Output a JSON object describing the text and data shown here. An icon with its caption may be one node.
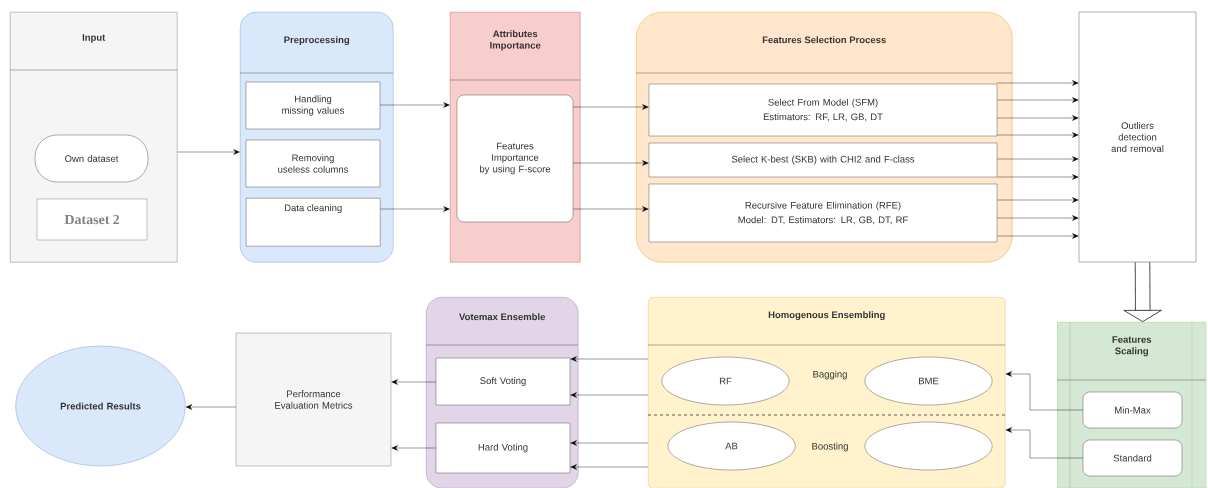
{
  "diagram": {
    "nodes": [
      {
        "text": [
          "Input"
        ]
      },
      {
        "text": [
          "Own dataset"
        ],
        "in": 0
      },
      {
        "text": [
          "Dataset 2"
        ],
        "in": 0
      },
      {
        "text": [
          "Preprocessing"
        ]
      },
      {
        "text": [
          "Handling missing values"
        ],
        "in": 3
      },
      {
        "text": [
          "Removing useless columns"
        ],
        "in": 3
      },
      {
        "text": [
          "Data cleaning"
        ],
        "in": 3
      },
      {
        "text": [
          "Attributes Importance"
        ]
      },
      {
        "text": [
          "Features Importance by using F-score"
        ],
        "in": 7
      },
      {
        "text": [
          "Features Selection Process"
        ]
      },
      {
        "text": [
          "Select From Model (SFM)",
          "Estimators: RF,  LR,  GB, DT"
        ],
        "in": 9
      },
      {
        "text": [
          "Select K-best (SKB) with CHI2 and F-class"
        ],
        "in": 9
      },
      {
        "text": [
          "Recursive Feature Elimination (RFE)",
          "Model: DT,  Estimators: LR, GB, DT, RF"
        ],
        "in": 9
      },
      {
        "text": [
          "Outliers detection and removal"
        ]
      },
      {
        "text": [
          "Features Scaling"
        ]
      },
      {
        "text": [
          "Min-Max"
        ],
        "in": 14
      },
      {
        "text": [
          "Standard"
        ],
        "in": 14
      },
      {
        "text": [
          "Homogenous Ensembling"
        ]
      },
      {
        "text": [
          "RF"
        ],
        "in": 17
      },
      {
        "text": [
          "BME"
        ],
        "in": 17
      },
      {
        "text": [
          "AB"
        ],
        "in": 17
      },
      {
        "text": [],
        "shape": "ellipse",
        "in": 17
      },
      {
        "text": [
          "Votemax Ensemble"
        ]
      },
      {
        "text": [
          "Soft Voting"
        ],
        "in": 22
      },
      {
        "text": [
          "Hard Voting"
        ],
        "in": 22
      },
      {
        "text": [
          "Performance Evaluation Metrics"
        ]
      },
      {
        "text": [
          "Predicted Results"
        ]
      }
    ],
    "edges": [
      {
        "from": 0,
        "to": 3,
        "arrow": "to"
      },
      {
        "from": 4,
        "to": 7,
        "arrow": "to"
      },
      {
        "from": 6,
        "to": 7,
        "arrow": "to"
      },
      {
        "from": 8,
        "to": 10,
        "arrow": "to"
      },
      {
        "from": 8,
        "to": 11,
        "arrow": "to"
      },
      {
        "from": 8,
        "to": 12,
        "arrow": "to"
      },
      {
        "from": 10,
        "to": 13,
        "arrow": "to"
      },
      {
        "from": 10,
        "to": 13,
        "arrow": "to"
      },
      {
        "from": 10,
        "to": 13,
        "arrow": "to"
      },
      {
        "from": 10,
        "to": 13,
        "arrow": "to"
      },
      {
        "from": 11,
        "to": 13,
        "arrow": "to"
      },
      {
        "from": 11,
        "to": 13,
        "arrow": "to"
      },
      {
        "from": 12,
        "to": 13,
        "arrow": "to"
      },
      {
        "from": 12,
        "to": 13,
        "arrow": "to"
      },
      {
        "from": 12,
        "to": 13,
        "arrow": "to"
      },
      {
        "from": 13,
        "to": 14,
        "arrow": "to",
        "style": "thick"
      },
      {
        "from": 15,
        "to": 17,
        "arrow": "to"
      },
      {
        "from": 16,
        "to": 17,
        "arrow": "to"
      },
      {
        "from": 17,
        "to": 23,
        "arrow": "to"
      },
      {
        "from": 17,
        "to": 23,
        "arrow": "to"
      },
      {
        "from": 17,
        "to": 24,
        "arrow": "to"
      },
      {
        "from": 17,
        "to": 24,
        "arrow": "to"
      },
      {
        "from": 23,
        "to": 25,
        "arrow": "to"
      },
      {
        "from": 24,
        "to": 25,
        "arrow": "to"
      },
      {
        "from": 25,
        "to": 26,
        "arrow": "to"
      }
    ],
    "labels": [
      "Bagging",
      "Boosting"
    ]
  }
}
